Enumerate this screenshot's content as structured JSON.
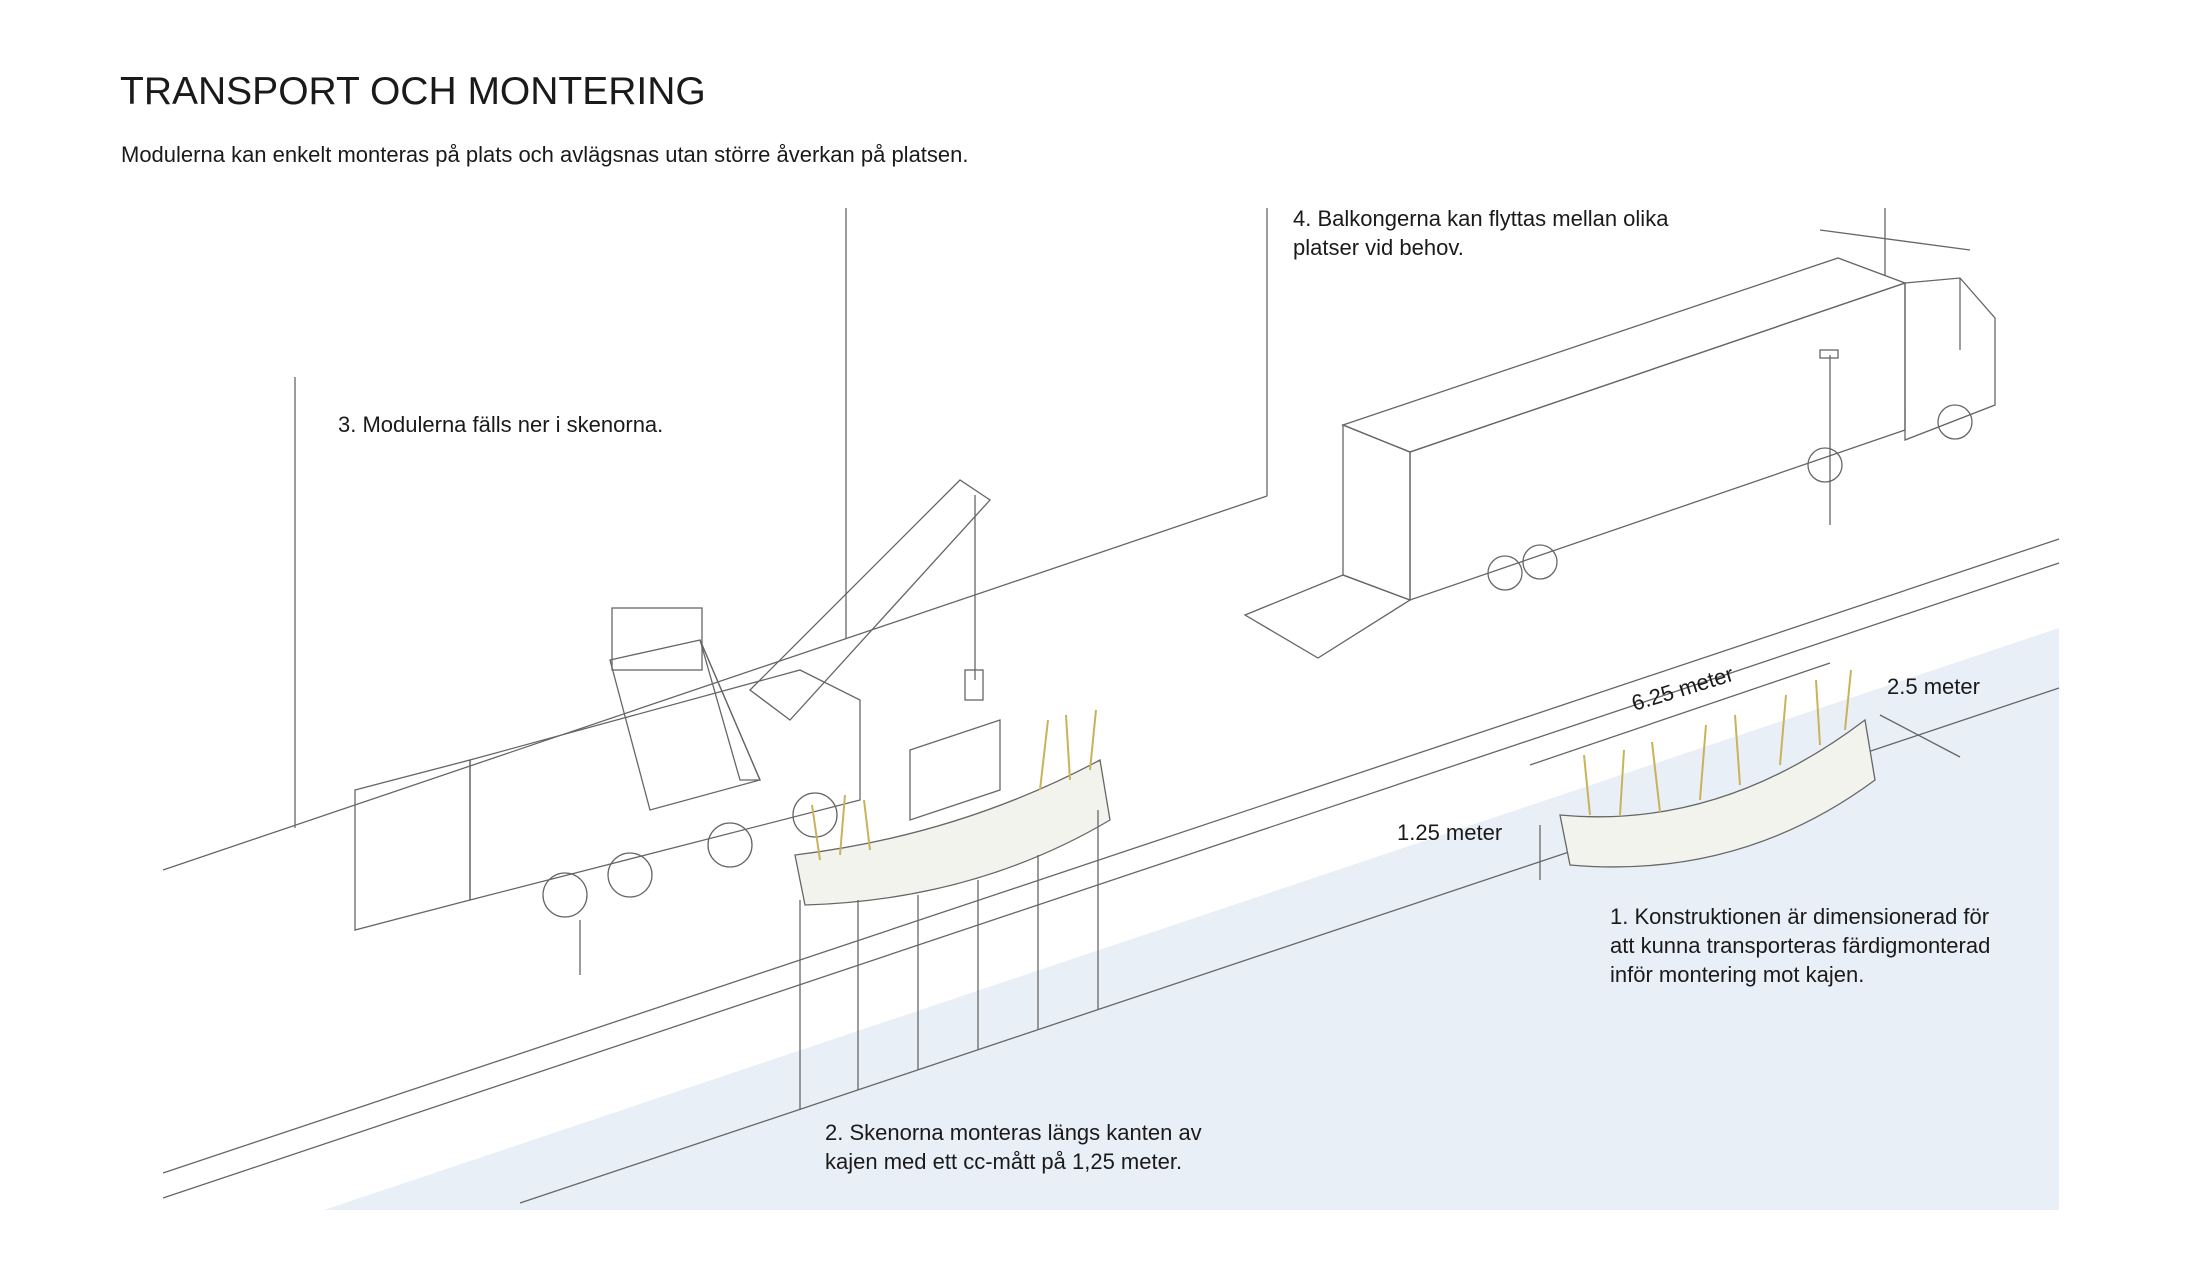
{
  "header": {
    "title": "TRANSPORT OCH MONTERING",
    "subtitle": "Modulerna kan enkelt monteras på plats och avlägsnas utan större åverkan på platsen."
  },
  "steps": [
    {
      "lines": [
        "1. Konstruktionen är dimensionerad för",
        "att kunna transporteras färdigmonterad",
        "inför montering mot kajen."
      ]
    },
    {
      "lines": [
        "2. Skenorna monteras längs kanten av",
        "kajen med ett cc-mått på 1,25 meter."
      ]
    },
    {
      "lines": [
        "3. Modulerna fälls ner i skenorna."
      ]
    },
    {
      "lines": [
        "4. Balkongerna kan flyttas mellan olika",
        "platser vid behov."
      ]
    }
  ],
  "dimensions": {
    "length": "6.25 meter",
    "width": "2.5 meter",
    "height": "1.25 meter"
  },
  "colors": {
    "water": "#e8eef6",
    "line": "#555555",
    "grass": "#c9b25a"
  }
}
